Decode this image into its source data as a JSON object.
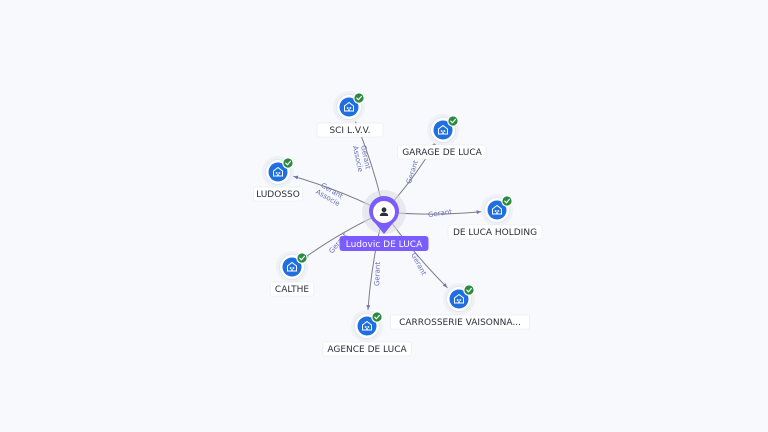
{
  "center": {
    "name": "Ludovic DE LUCA",
    "icon": "person-icon",
    "color": "#7b5cff"
  },
  "companies": [
    {
      "key": "sci-lvv",
      "name": "SCI L.V.V.",
      "relation": [
        "Gerant",
        "Associe"
      ],
      "icon": "building-icon",
      "verified": true
    },
    {
      "key": "garage-de-luca",
      "name": "GARAGE DE LUCA",
      "relation": [
        "Gerant"
      ],
      "icon": "building-icon",
      "verified": true
    },
    {
      "key": "ludosso",
      "name": "LUDOSSO",
      "relation": [
        "Gerant",
        "Associe"
      ],
      "icon": "building-icon",
      "verified": true
    },
    {
      "key": "de-luca-holding",
      "name": "DE LUCA HOLDING",
      "relation": [
        "Gerant"
      ],
      "icon": "building-icon",
      "verified": true
    },
    {
      "key": "calthe",
      "name": "CALTHE",
      "relation": [
        "Gerant"
      ],
      "icon": "building-icon",
      "verified": true
    },
    {
      "key": "carrosserie",
      "name": "CARROSSERIE VAISONNA...",
      "relation": [
        "Gerant"
      ],
      "icon": "building-icon",
      "verified": true
    },
    {
      "key": "agence-de-luca",
      "name": "AGENCE DE LUCA",
      "relation": [
        "Gerant"
      ],
      "icon": "building-icon",
      "verified": true
    }
  ],
  "colors": {
    "accent": "#7b5cff",
    "company": "#1f6fe0",
    "verified": "#2a8a3f",
    "edge": "#7d7d86",
    "edge_label": "#6b6fb3"
  }
}
